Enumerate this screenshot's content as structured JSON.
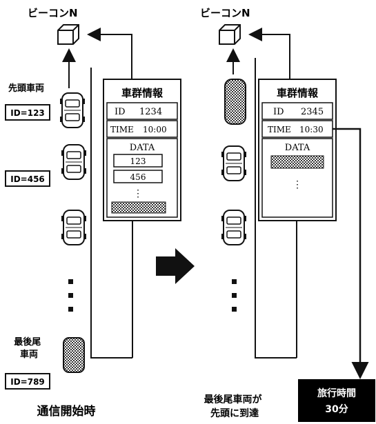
{
  "left_panel": {
    "beacon_label": "ビーコンN",
    "lead_vehicle_label": "先頭車両",
    "last_vehicle_label": "最後尾\n車両",
    "vehicle_ids": [
      "ID=123",
      "ID=456",
      "ID=789"
    ],
    "info_box": {
      "title": "車群情報",
      "id_label": "ID",
      "id_value": "1234",
      "time_label": "TIME",
      "time_value": "10:00",
      "data_label": "DATA",
      "data_entries": [
        "123",
        "456"
      ],
      "ellipsis": "⋮"
    },
    "caption": "通信開始時"
  },
  "right_panel": {
    "beacon_label": "ビーコンN",
    "info_box": {
      "title": "車群情報",
      "id_label": "ID",
      "id_value": "2345",
      "time_label": "TIME",
      "time_value": "10:30",
      "data_label": "DATA",
      "ellipsis": "⋮"
    },
    "caption": "最後尾車両が\n先頭に到達"
  },
  "result_box": {
    "line1": "旅行時間",
    "line2": "30分",
    "background": "#000000",
    "color": "#ffffff"
  },
  "colors": {
    "ink": "#111111",
    "hatch": "#555555"
  }
}
